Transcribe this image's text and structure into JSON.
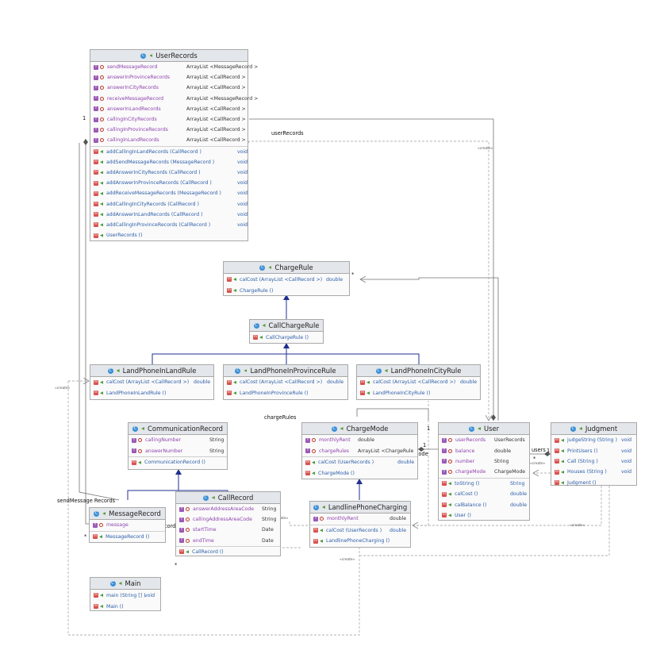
{
  "classes": {
    "userrecords": {
      "name": "UserRecords",
      "members": [
        {
          "kind": "f",
          "name": "sendMessageRecord",
          "type": "ArrayList <MessageRecord >"
        },
        {
          "kind": "f",
          "name": "answerInProvinceRecords",
          "type": "ArrayList <CallRecord >"
        },
        {
          "kind": "f",
          "name": "answerInCityRecords",
          "type": "ArrayList <CallRecord >"
        },
        {
          "kind": "f",
          "name": "receiveMessageRecord",
          "type": "ArrayList <MessageRecord >"
        },
        {
          "kind": "f",
          "name": "answerInLandRecords",
          "type": "ArrayList <CallRecord >"
        },
        {
          "kind": "f",
          "name": "callingInCityRecords",
          "type": "ArrayList <CallRecord >"
        },
        {
          "kind": "f",
          "name": "callingInProvinceRecords",
          "type": "ArrayList <CallRecord >"
        },
        {
          "kind": "f",
          "name": "callingInLandRecords",
          "type": "ArrayList <CallRecord >"
        },
        {
          "kind": "m",
          "name": "addCallingInLandRecords (CallRecord )",
          "type": "void"
        },
        {
          "kind": "m",
          "name": "addSendMessageRecords (MessageRecord )",
          "type": "void"
        },
        {
          "kind": "m",
          "name": "addAnswerInCityRecords (CallRecord )",
          "type": "void"
        },
        {
          "kind": "m",
          "name": "addAnswerInProvinceRecords (CallRecord )",
          "type": "void"
        },
        {
          "kind": "m",
          "name": "addReceiveMessageRecords (MessageRecord )",
          "type": "void"
        },
        {
          "kind": "m",
          "name": "addCallingInCityRecords (CallRecord )",
          "type": "void"
        },
        {
          "kind": "m",
          "name": "addAnswerInLandRecords (CallRecord )",
          "type": "void"
        },
        {
          "kind": "m",
          "name": "addCallingInProvinceRecords (CallRecord )",
          "type": "void"
        },
        {
          "kind": "m",
          "name": "UserRecords ()",
          "type": ""
        }
      ]
    },
    "chargerule": {
      "name": "ChargeRule",
      "members": [
        {
          "kind": "m",
          "name": "calCost (ArrayList <CallRecord >)",
          "type": "double"
        },
        {
          "kind": "m",
          "name": "ChargeRule ()",
          "type": ""
        }
      ]
    },
    "callchargerule": {
      "name": "CallChargeRule",
      "members": [
        {
          "kind": "m",
          "name": "CallChargeRule ()",
          "type": ""
        }
      ]
    },
    "landphoneinlandrule": {
      "name": "LandPhoneInLandRule",
      "members": [
        {
          "kind": "m",
          "name": "calCost (ArrayList <CallRecord >)",
          "type": "double"
        },
        {
          "kind": "m",
          "name": "LandPhoneInLandRule ()",
          "type": ""
        }
      ]
    },
    "landphoneinprovincerule": {
      "name": "LandPhoneInProvinceRule",
      "members": [
        {
          "kind": "m",
          "name": "calCost (ArrayList <CallRecord >)",
          "type": "double"
        },
        {
          "kind": "m",
          "name": "LandPhoneInProvinceRule ()",
          "type": ""
        }
      ]
    },
    "landphoneincityrule": {
      "name": "LandPhoneInCityRule",
      "members": [
        {
          "kind": "m",
          "name": "calCost (ArrayList <CallRecord >)",
          "type": "double"
        },
        {
          "kind": "m",
          "name": "LandPhoneInCityRule ()",
          "type": ""
        }
      ]
    },
    "communicationrecord": {
      "name": "CommunicationRecord",
      "members": [
        {
          "kind": "f",
          "name": "callingNumber",
          "type": "String"
        },
        {
          "kind": "f",
          "name": "answerNumber",
          "type": "String"
        },
        {
          "kind": "m",
          "name": "CommunicationRecord ()",
          "type": ""
        }
      ]
    },
    "chargemode": {
      "name": "ChargeMode",
      "members": [
        {
          "kind": "f",
          "name": "monthlyRent",
          "type": "double"
        },
        {
          "kind": "f",
          "name": "chargeRules",
          "type": "ArrayList <ChargeRule"
        },
        {
          "kind": "m",
          "name": "calCost (UserRecords )",
          "type": "double"
        },
        {
          "kind": "m",
          "name": "ChargeMode ()",
          "type": ""
        }
      ]
    },
    "user": {
      "name": "User",
      "members": [
        {
          "kind": "f",
          "name": "userRecords",
          "type": "UserRecords"
        },
        {
          "kind": "f",
          "name": "balance",
          "type": "double"
        },
        {
          "kind": "f",
          "name": "number",
          "type": "String"
        },
        {
          "kind": "f",
          "name": "chargeMode",
          "type": "ChargeMode"
        },
        {
          "kind": "m",
          "name": "toString ()",
          "type": "String"
        },
        {
          "kind": "m",
          "name": "calCost ()",
          "type": "double"
        },
        {
          "kind": "m",
          "name": "calBalance ()",
          "type": "double"
        },
        {
          "kind": "m",
          "name": "User ()",
          "type": ""
        }
      ]
    },
    "judgment": {
      "name": "Judgment",
      "members": [
        {
          "kind": "m",
          "name": "judgeString (String )",
          "type": "void"
        },
        {
          "kind": "m",
          "name": "PrintUsers ()",
          "type": "void"
        },
        {
          "kind": "m",
          "name": "Call (String )",
          "type": "void"
        },
        {
          "kind": "m",
          "name": "Houses (String )",
          "type": "void"
        },
        {
          "kind": "m",
          "name": "Judgment ()",
          "type": ""
        }
      ]
    },
    "callrecord": {
      "name": "CallRecord",
      "members": [
        {
          "kind": "f",
          "name": "answerAddressAreaCode",
          "type": "String"
        },
        {
          "kind": "f",
          "name": "callingAddressAreaCode",
          "type": "String"
        },
        {
          "kind": "f",
          "name": "startTime",
          "type": "Date"
        },
        {
          "kind": "f",
          "name": "endTime",
          "type": "Date"
        },
        {
          "kind": "m",
          "name": "CallRecord ()",
          "type": ""
        }
      ]
    },
    "messagerecord": {
      "name": "MessageRecord",
      "members": [
        {
          "kind": "f",
          "name": "message",
          "type": ""
        },
        {
          "kind": "m",
          "name": "MessageRecord ()",
          "type": ""
        }
      ]
    },
    "landlinephonecharging": {
      "name": "LandlinePhoneCharging",
      "members": [
        {
          "kind": "f",
          "name": "monthlyRent",
          "type": "double"
        },
        {
          "kind": "m",
          "name": "calCost (UserRecords )",
          "type": "double"
        },
        {
          "kind": "m",
          "name": "LandlinePhoneCharging ()",
          "type": ""
        }
      ]
    },
    "main": {
      "name": "Main",
      "members": [
        {
          "kind": "m",
          "name": "main (String [] )",
          "type": "void"
        },
        {
          "kind": "m",
          "name": "Main ()",
          "type": ""
        }
      ]
    }
  },
  "labels": {
    "userRecords": "userRecords",
    "chargeRules": "chargeRules",
    "chargeMode": "chargeMode",
    "users": "users",
    "sendMessageRecords": "sendMessage Records",
    "callingInCityRecords": "callingInCityRecords",
    "create": "«create»"
  },
  "multiplicity": {
    "one": "1",
    "many": "*"
  },
  "colors": {
    "inherit": "#1f2f8f",
    "assoc": "#707070",
    "dashed": "#9a9a9a"
  }
}
